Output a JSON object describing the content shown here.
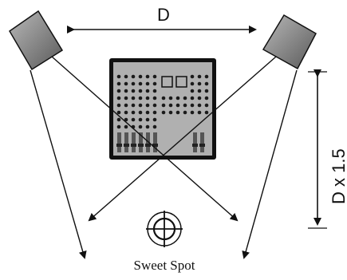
{
  "labels": {
    "distance": "D",
    "vertical_distance": "D x 1.5",
    "sweet_spot": "Sweet Spot"
  },
  "colors": {
    "line": "#111111",
    "speaker_fill": "#7a7a7a",
    "console_fill": "#a8a8a8",
    "console_border": "#111111"
  },
  "icons": {
    "left_speaker": "speaker-icon",
    "right_speaker": "speaker-icon",
    "mixing_console": "mixing-console-icon",
    "sweet_spot": "crosshair-target-icon"
  }
}
